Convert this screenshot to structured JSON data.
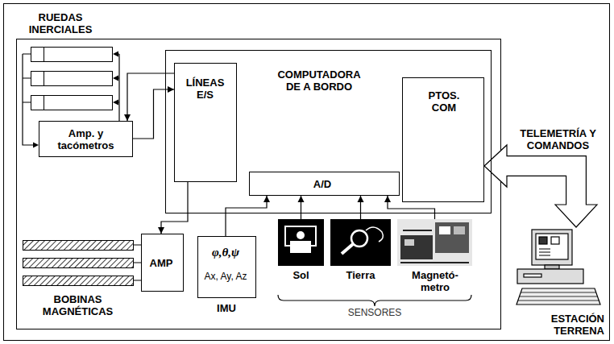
{
  "diagram": {
    "nodes": [
      {
        "text": [
          "COMPUTADORA DE A BORDO"
        ]
      },
      {
        "text": [
          "LÍNEAS E/S"
        ],
        "in": 0
      },
      {
        "text": [
          "PTOS. COM"
        ],
        "in": 0
      },
      {
        "text": [
          "A/D"
        ],
        "in": 0
      },
      {
        "text": [
          "Amp. y tacómetros"
        ]
      },
      {
        "text": [
          "AMP"
        ]
      },
      {
        "text": [
          "φ,θ,ψ",
          "Ax, Ay, Az",
          "IMU"
        ]
      },
      {
        "text": [
          "Sol"
        ]
      },
      {
        "text": [
          "Tierra"
        ]
      },
      {
        "text": [
          "Magnetó- metro"
        ]
      },
      {
        "text": [
          "ESTACIÓN TERRENA"
        ]
      }
    ],
    "edges": [
      {
        "from": 1,
        "to": 4,
        "arrow": "to"
      },
      {
        "from": 4,
        "to": 1,
        "arrow": "to"
      },
      {
        "from": 1,
        "to": 5,
        "arrow": "to"
      },
      {
        "from": 6,
        "to": 3,
        "arrow": "to"
      },
      {
        "from": 7,
        "to": 3,
        "arrow": "to"
      },
      {
        "from": 8,
        "to": 3,
        "arrow": "to"
      },
      {
        "from": 9,
        "to": 3,
        "arrow": "to"
      },
      {
        "from": 2,
        "to": 10,
        "label": "TELEMETRÍA Y COMANDOS",
        "arrow": "both"
      }
    ],
    "labels": [
      "RUEDAS INERCIALES",
      "BOBINAS MAGNÉTICAS",
      "SENSORES"
    ]
  }
}
